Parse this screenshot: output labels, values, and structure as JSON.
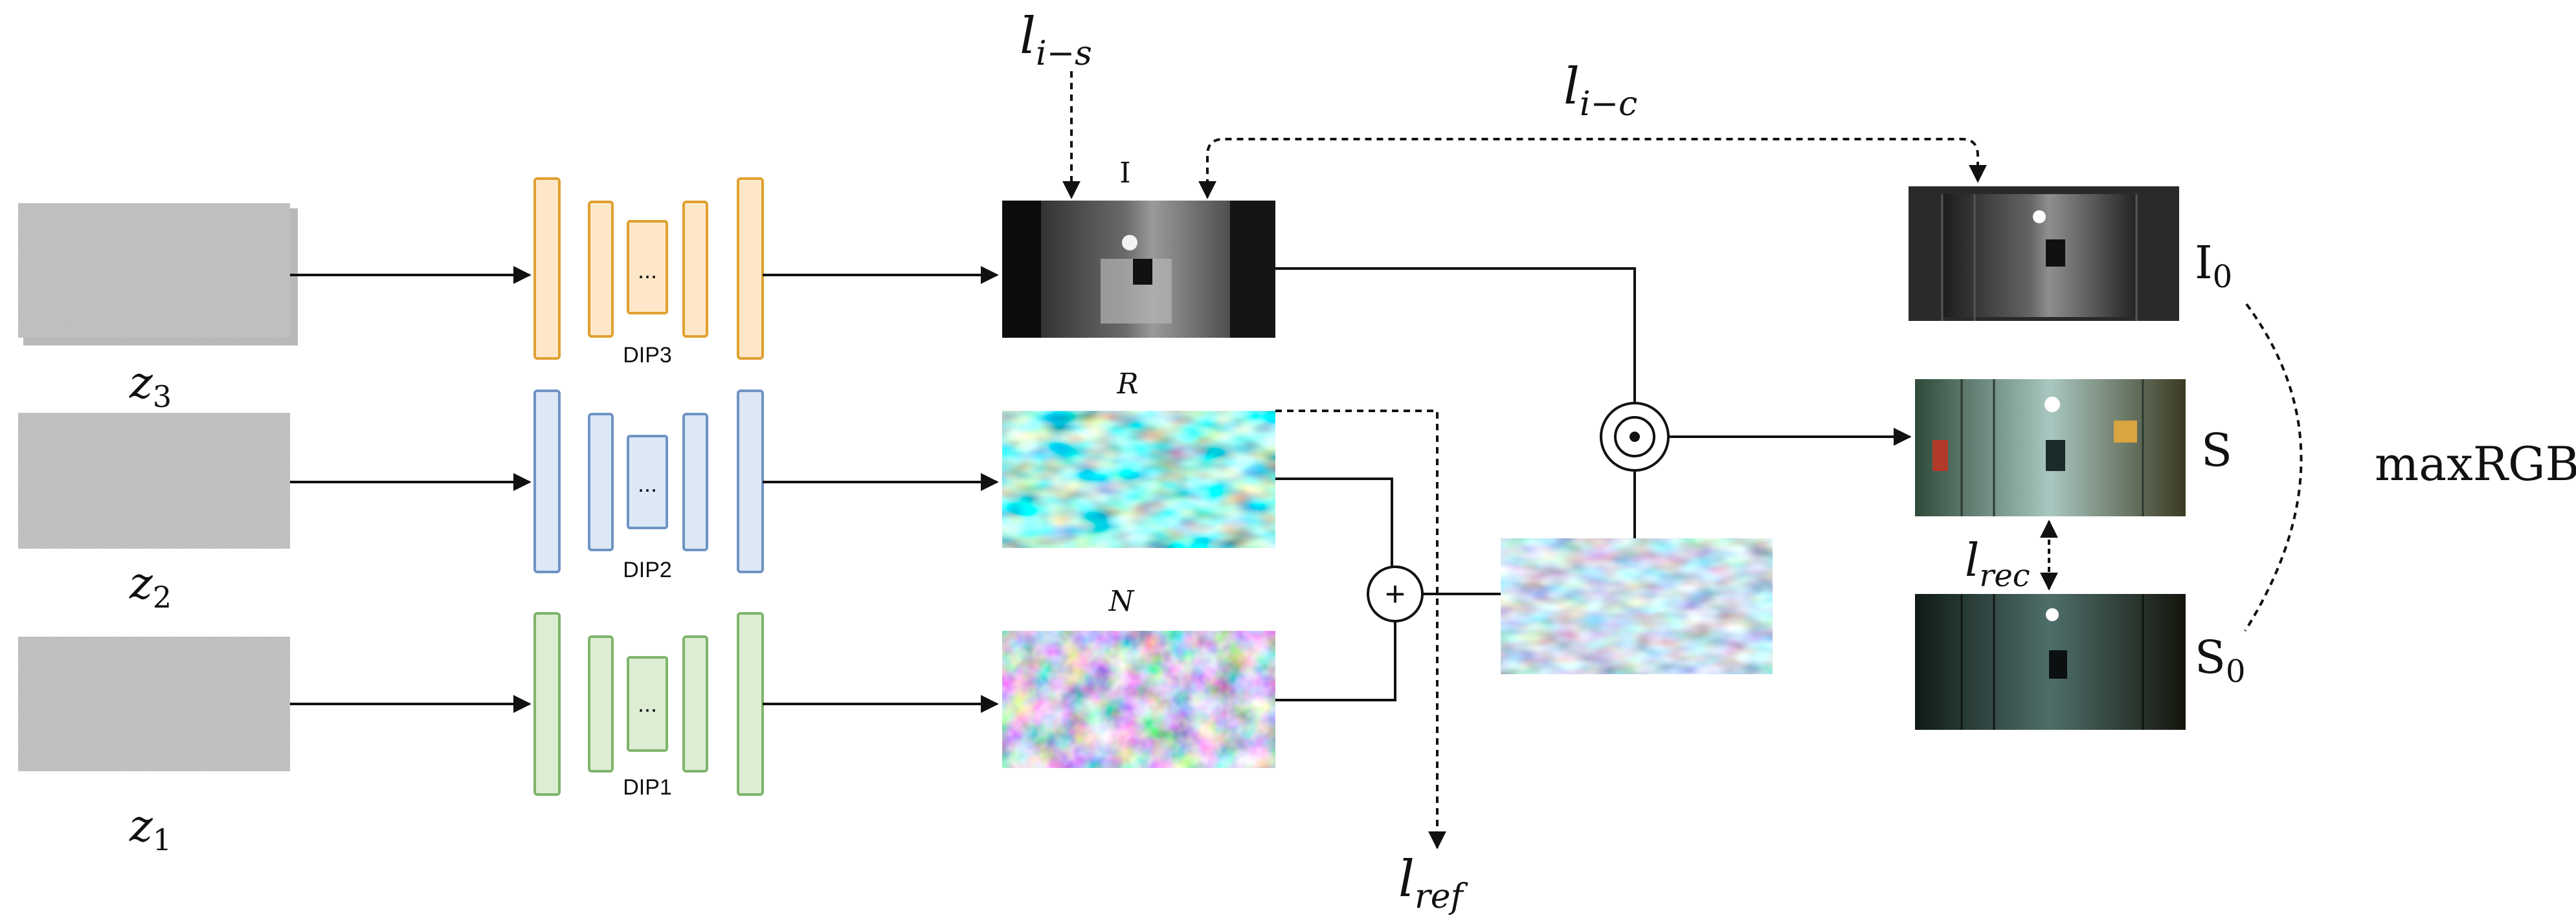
{
  "inputs": [
    {
      "label": "z",
      "sub": "3"
    },
    {
      "label": "z",
      "sub": "2"
    },
    {
      "label": "z",
      "sub": "1"
    }
  ],
  "networks": [
    {
      "label": "DIP3",
      "dots": "...",
      "fill": "#fde7c8",
      "stroke": "#e0a030"
    },
    {
      "label": "DIP2",
      "dots": "...",
      "fill": "#dce8f6",
      "stroke": "#6f93c4"
    },
    {
      "label": "DIP1",
      "dots": "...",
      "fill": "#dcedd4",
      "stroke": "#7fb46a"
    }
  ],
  "components": {
    "illumination": "I",
    "reflectance": "R",
    "noise": "N"
  },
  "operators": {
    "plus": "+",
    "hadamard": "⊙"
  },
  "outputs": {
    "i0": {
      "main": "I",
      "sub": "0"
    },
    "s": "S",
    "s0": {
      "main": "S",
      "sub": "0"
    },
    "maxrgb": "maxRGB"
  },
  "losses": {
    "l_i_s": {
      "main": "l",
      "sub": "i−s"
    },
    "l_i_c": {
      "main": "l",
      "sub": "i−c"
    },
    "l_rec": {
      "main": "l",
      "sub": "rec"
    },
    "l_ref": {
      "main": "l",
      "sub": "ref"
    }
  },
  "colors": {
    "line": "#111111",
    "noise_bg": "#8a8a8a"
  }
}
